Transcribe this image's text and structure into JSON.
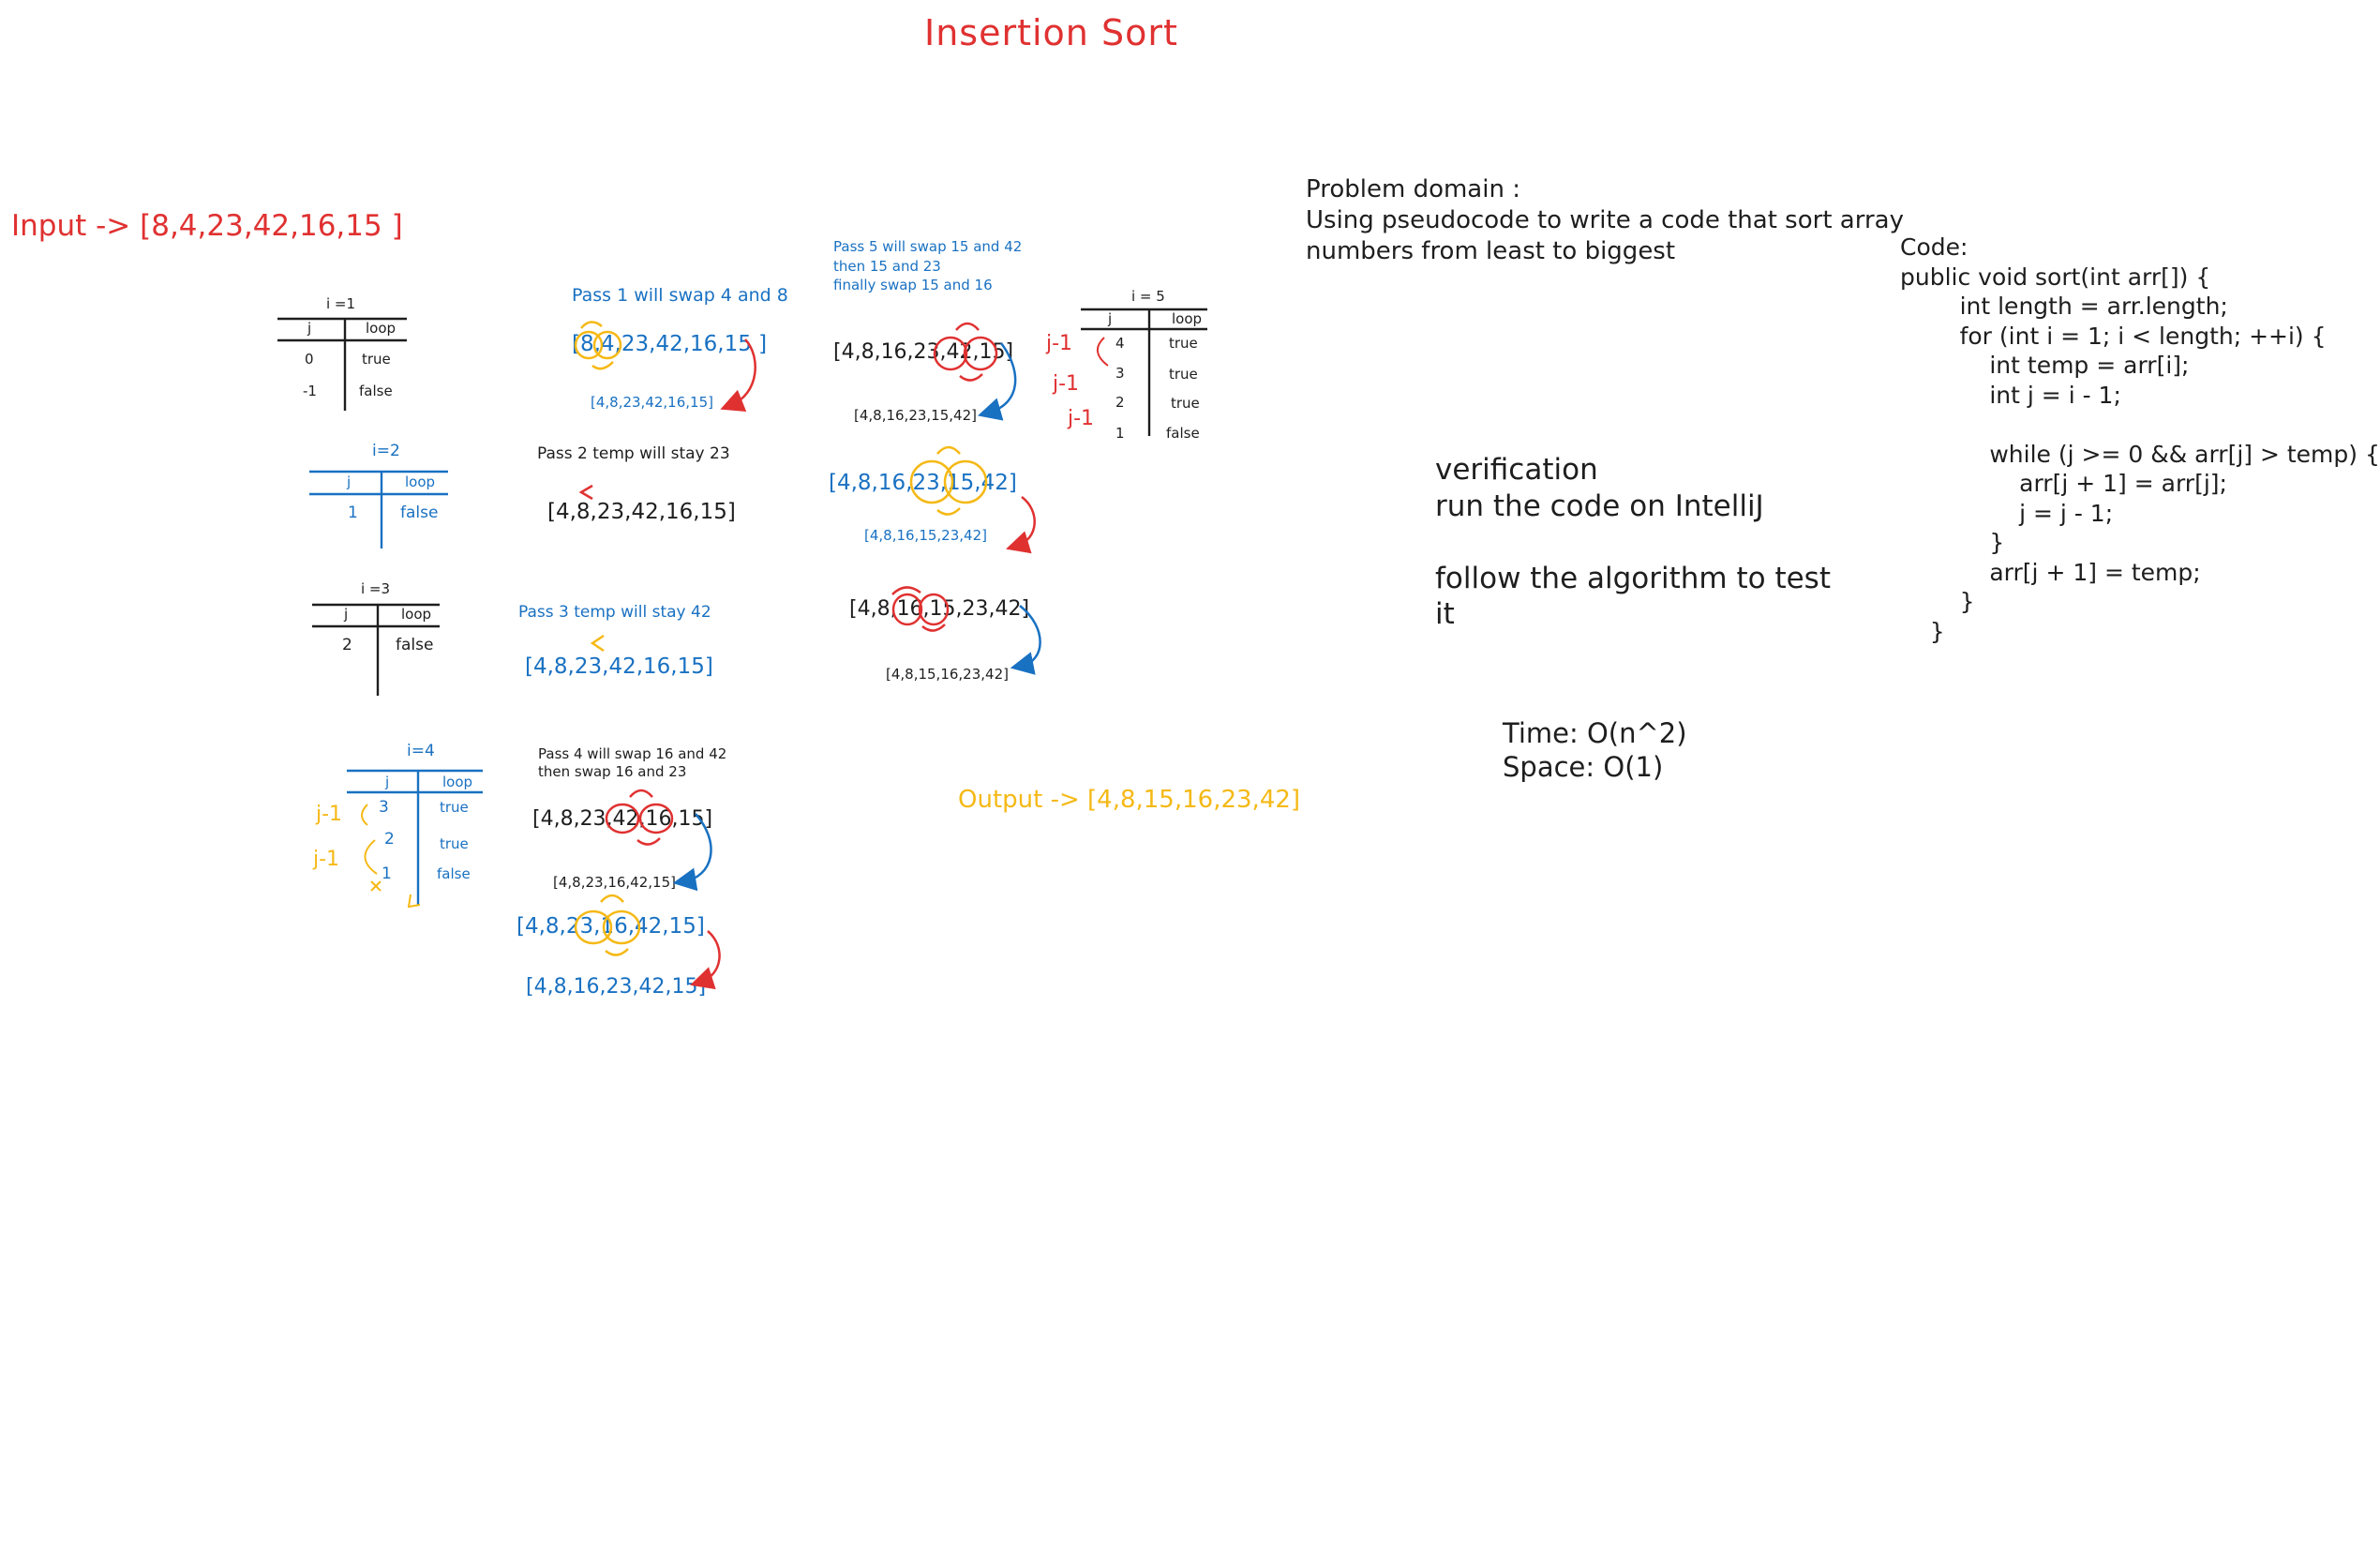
{
  "title": "Insertion Sort",
  "input_label": "Input -> [8,4,23,42,16,15 ]",
  "output_label": "Output -> [4,8,15,16,23,42]",
  "tables": {
    "t1": {
      "title": "i =1",
      "col_j": "j",
      "col_loop": "loop",
      "rows": [
        [
          "0",
          "true"
        ],
        [
          "-1",
          "false"
        ]
      ]
    },
    "t2": {
      "title": "i=2",
      "col_j": "j",
      "col_loop": "loop",
      "rows": [
        [
          "1",
          "false"
        ]
      ]
    },
    "t3": {
      "title": "i =3",
      "col_j": "j",
      "col_loop": "loop",
      "rows": [
        [
          "2",
          "false"
        ]
      ]
    },
    "t4": {
      "title": "i=4",
      "col_j": "j",
      "col_loop": "loop",
      "rows": [
        [
          "3",
          "true"
        ],
        [
          "2",
          "true"
        ],
        [
          "1",
          "false"
        ]
      ]
    },
    "t5": {
      "title": "i = 5",
      "col_j": "j",
      "col_loop": "loop",
      "rows": [
        [
          "4",
          "true"
        ],
        [
          "3",
          "true"
        ],
        [
          "2",
          "true"
        ],
        [
          "1",
          "false"
        ]
      ]
    }
  },
  "j_minus_one": "j-1",
  "pass1": {
    "label": "Pass 1 will swap 4 and 8",
    "array": "[8,4,23,42,16,15 ]",
    "result": "[4,8,23,42,16,15]"
  },
  "pass2": {
    "label": "Pass 2 temp will stay 23",
    "array": "[4,8,23,42,16,15]"
  },
  "pass3": {
    "label": "Pass 3 temp will stay 42",
    "array": "[4,8,23,42,16,15]"
  },
  "pass4": {
    "label_line1": "Pass 4 will swap 16 and 42",
    "label_line2": "then swap 16 and 23",
    "array": "[4,8,23,42,16,15]",
    "step1": "[4,8,23,16,42,15]",
    "step2_array": "[4,8,23,16,42,15]",
    "result": "[4,8,16,23,42,15]"
  },
  "pass5": {
    "label_line1": "Pass 5 will swap 15 and 42",
    "label_line2": "then 15 and 23",
    "label_line3": "finally swap 15 and 16",
    "array": "[4,8,16,23,42,15]",
    "step1": "[4,8,16,23,15,42]",
    "step2_array": "[4,8,16,23,15,42]",
    "step2_result": "[4,8,16,15,23,42]",
    "step3_array": "[4,8,16,15,23,42]",
    "result": "[4,8,15,16,23,42]"
  },
  "problem": {
    "heading": "Problem domain :",
    "line1": "Using pseudocode to write a code that sort array",
    "line2": "numbers from least to biggest"
  },
  "verification": {
    "line1": "verification",
    "line2": "run the code on IntelliJ",
    "line3": "follow the algorithm to test",
    "line4": "it"
  },
  "complexity": {
    "time": "Time: O(n^2)",
    "space": "Space: O(1)"
  },
  "code": {
    "heading": "Code:",
    "lines": [
      "public void sort(int arr[]) {",
      "        int length = arr.length;",
      "        for (int i = 1; i < length; ++i) {",
      "            int temp = arr[i];",
      "            int j = i - 1;",
      "",
      "            while (j >= 0 && arr[j] > temp) {",
      "                arr[j + 1] = arr[j];",
      "                j = j - 1;",
      "            }",
      "            arr[j + 1] = temp;",
      "        }",
      "    }"
    ]
  },
  "colors": {
    "red": "#e03131",
    "blue": "#1971c2",
    "yellow": "#f5b916",
    "black": "#1e1e1e"
  }
}
